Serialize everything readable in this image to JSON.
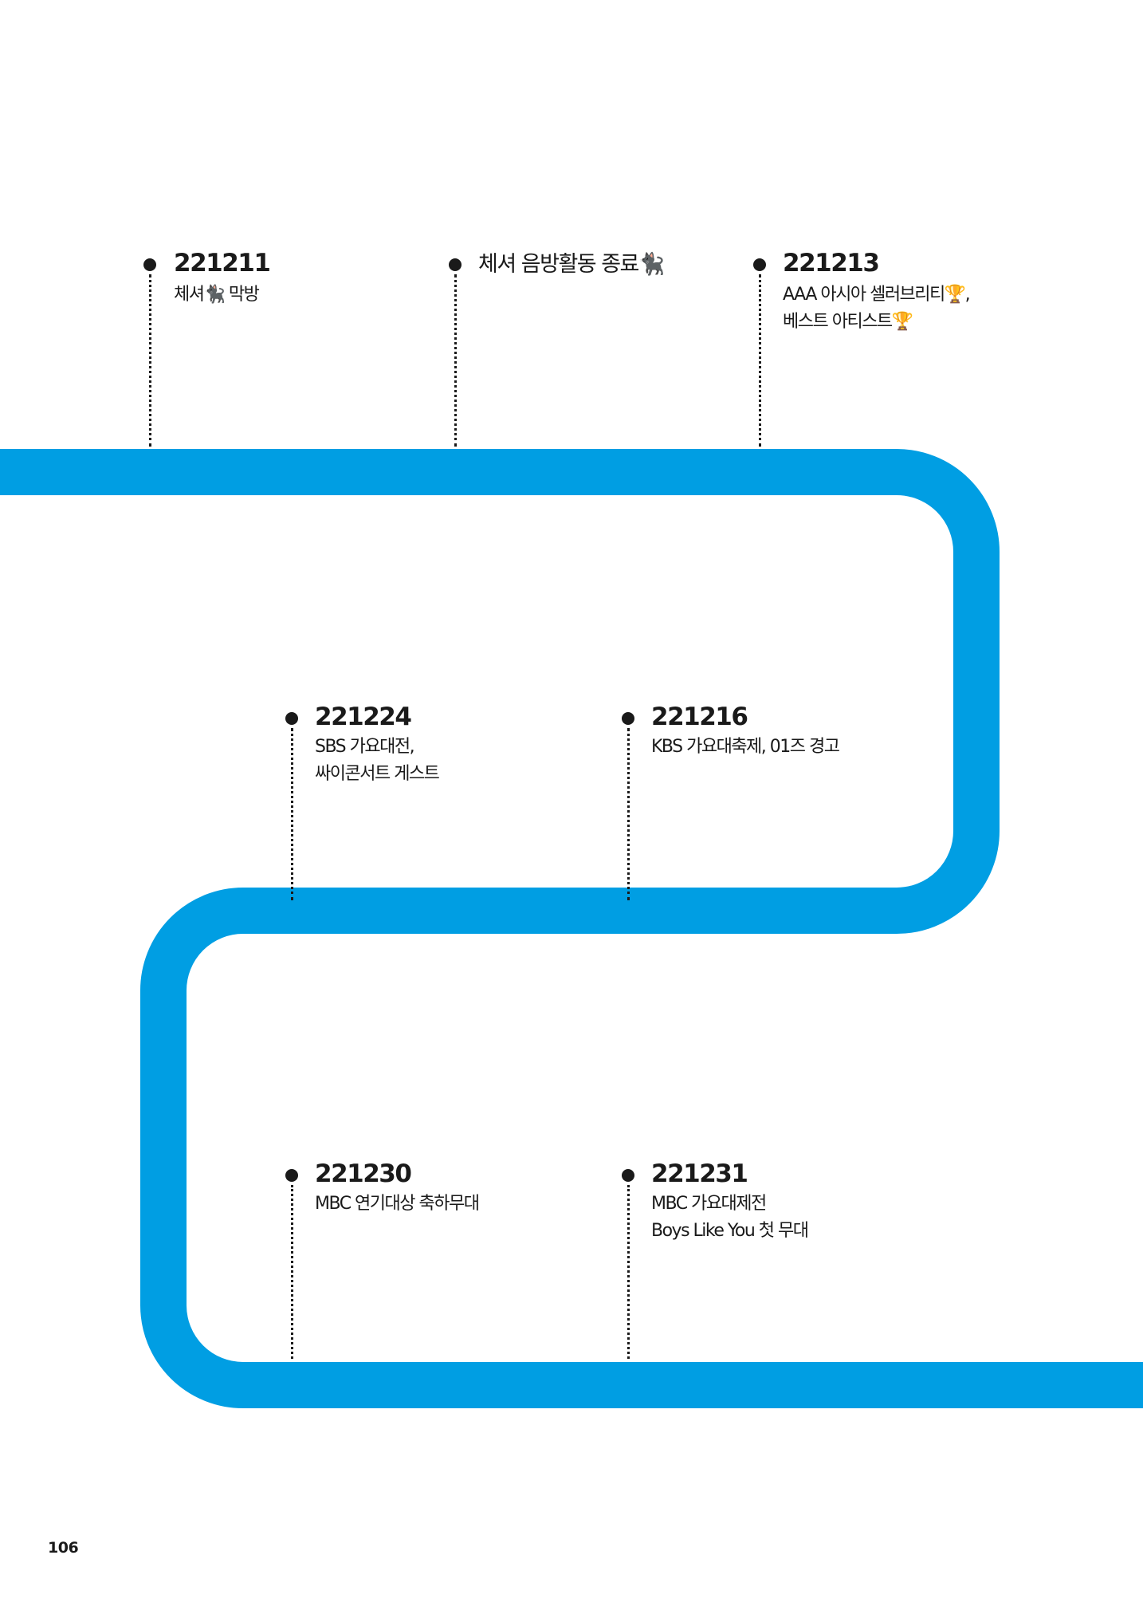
{
  "timeline": {
    "accent_color": "#009EE3",
    "events": [
      {
        "date": "221211",
        "lines": [
          "체셔🐈‍⬛ 막방"
        ]
      },
      {
        "title": "체셔 음방활동 종료🐈‍⬛"
      },
      {
        "date": "221213",
        "lines": [
          "AAA 아시아 셀러브리티🏆,",
          " 베스트 아티스트🏆"
        ]
      },
      {
        "date": "221224",
        "lines": [
          "SBS 가요대전,",
          "싸이콘서트 게스트"
        ]
      },
      {
        "date": "221216",
        "lines": [
          "KBS 가요대축제, 01즈 경고"
        ]
      },
      {
        "date": "221230",
        "lines": [
          "MBC 연기대상 축하무대"
        ]
      },
      {
        "date": "221231",
        "lines": [
          "MBC 가요대제전",
          "Boys Like You 첫 무대"
        ]
      }
    ]
  },
  "page_number": "106"
}
